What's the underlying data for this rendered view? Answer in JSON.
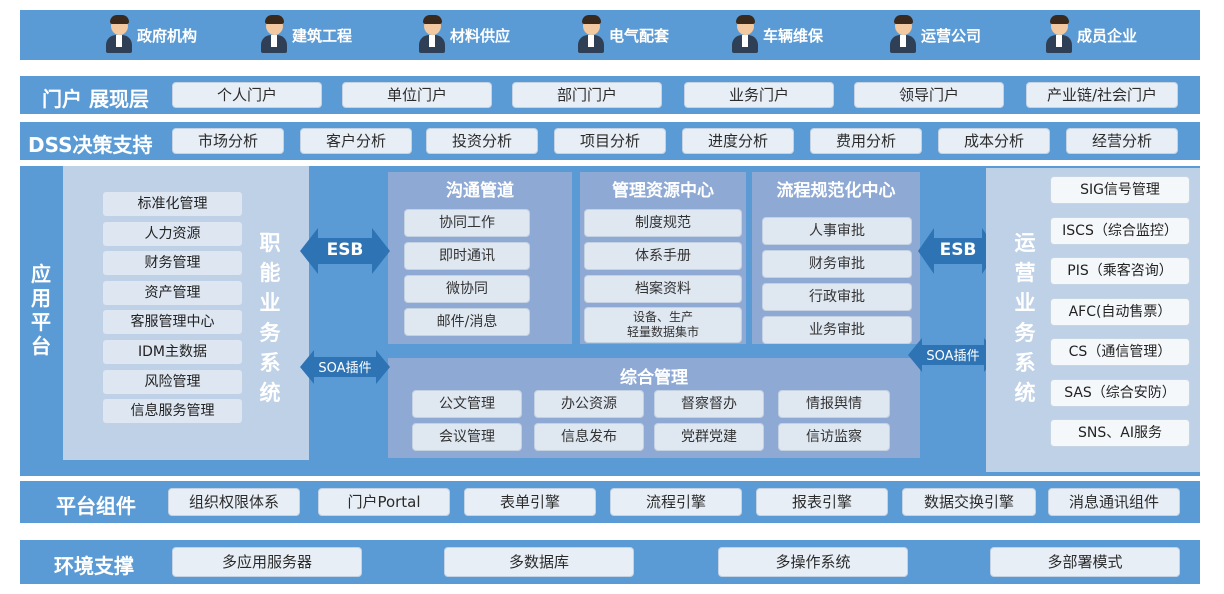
{
  "roles": [
    {
      "label": "政府机构"
    },
    {
      "label": "建筑工程"
    },
    {
      "label": "材料供应"
    },
    {
      "label": "电气配套"
    },
    {
      "label": "车辆维保"
    },
    {
      "label": "运营公司"
    },
    {
      "label": "成员企业"
    }
  ],
  "portal": {
    "label": "门户 展现层",
    "items": [
      "个人门户",
      "单位门户",
      "部门门户",
      "业务门户",
      "领导门户",
      "产业链/社会门户"
    ]
  },
  "dss": {
    "label": "DSS决策支持",
    "items": [
      "市场分析",
      "客户分析",
      "投资分析",
      "项目分析",
      "进度分析",
      "费用分析",
      "成本分析",
      "经营分析"
    ]
  },
  "app_platform": {
    "label": "应用平台",
    "functional_system": {
      "title": "职能业务系统",
      "items": [
        "标准化管理",
        "人力资源",
        "财务管理",
        "资产管理",
        "客服管理中心",
        "IDM主数据",
        "风险管理",
        "信息服务管理"
      ]
    },
    "esb_left": "ESB",
    "soa_left": "SOA插件",
    "communication": {
      "title": "沟通管道",
      "items": [
        "协同工作",
        "即时通讯",
        "微协同",
        "邮件/消息"
      ]
    },
    "resource_center": {
      "title": "管理资源中心",
      "items": [
        "制度规范",
        "体系手册",
        "档案资料"
      ],
      "last_item_line1": "设备、生产",
      "last_item_line2": "轻量数据集市"
    },
    "process_center": {
      "title": "流程规范化中心",
      "items": [
        "人事审批",
        "财务审批",
        "行政审批",
        "业务审批"
      ]
    },
    "comprehensive": {
      "title": "综合管理",
      "items": [
        "公文管理",
        "办公资源",
        "督察督办",
        "情报舆情",
        "会议管理",
        "信息发布",
        "党群党建",
        "信访监察"
      ]
    },
    "esb_right": "ESB",
    "soa_right": "SOA插件",
    "operations_system": {
      "title": "运营业务系统",
      "items": [
        "SIG信号管理",
        "ISCS（综合监控）",
        "PIS（乘客咨询）",
        "AFC(自动售票）",
        "CS（通信管理）",
        "SAS（综合安防）",
        "SNS、AI服务"
      ]
    }
  },
  "components": {
    "label": "平台组件",
    "items": [
      "组织权限体系",
      "门户Portal",
      "表单引擎",
      "流程引擎",
      "报表引擎",
      "数据交换引擎",
      "消息通讯组件"
    ]
  },
  "environment": {
    "label": "环境支撑",
    "items": [
      "多应用服务器",
      "多数据库",
      "多操作系统",
      "多部署模式"
    ]
  },
  "colors": {
    "band": "#5b9bd5",
    "panel_light": "#bfd1e7",
    "panel_mid": "#8ea9d4",
    "arrow": "#2e74b5"
  }
}
